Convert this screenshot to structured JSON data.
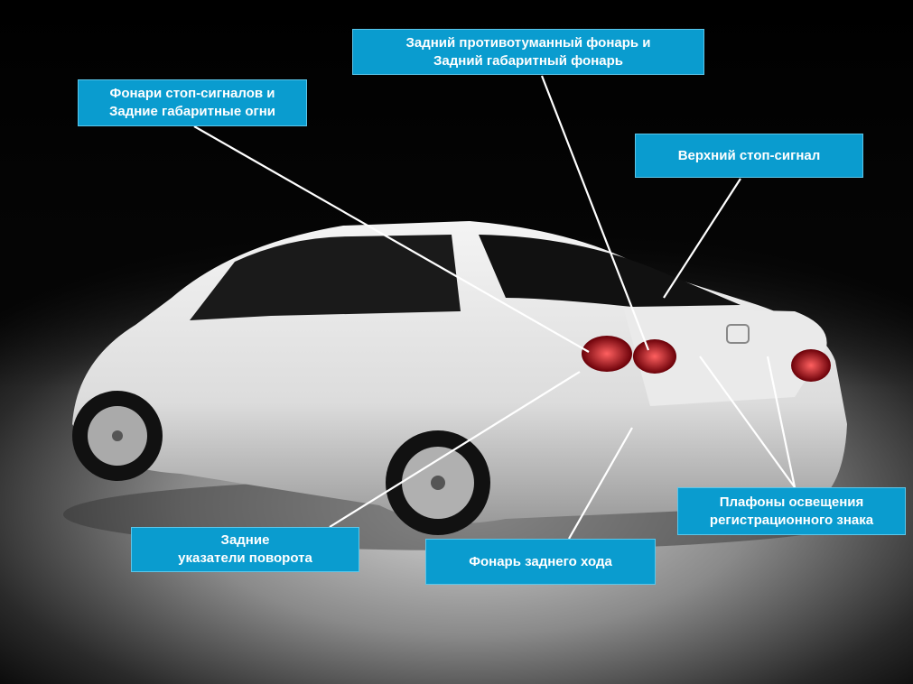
{
  "labels": {
    "rear_fog_and_position": [
      "Задний противотуманный фонарь и",
      "Задний габаритный фонарь"
    ],
    "brake_and_tail": [
      "Фонари стоп-сигналов и",
      "Задние габаритные огни"
    ],
    "high_brake": [
      "Верхний стоп-сигнал"
    ],
    "turn_signals": [
      "Задние",
      "указатели поворота"
    ],
    "reverse": [
      "Фонарь заднего хода"
    ],
    "plate_lights": [
      "Плафоны освещения",
      "регистрационного знака"
    ]
  },
  "colors": {
    "label_bg": "#0a9ccf",
    "label_text": "#ffffff",
    "lines": "#ffffff"
  }
}
